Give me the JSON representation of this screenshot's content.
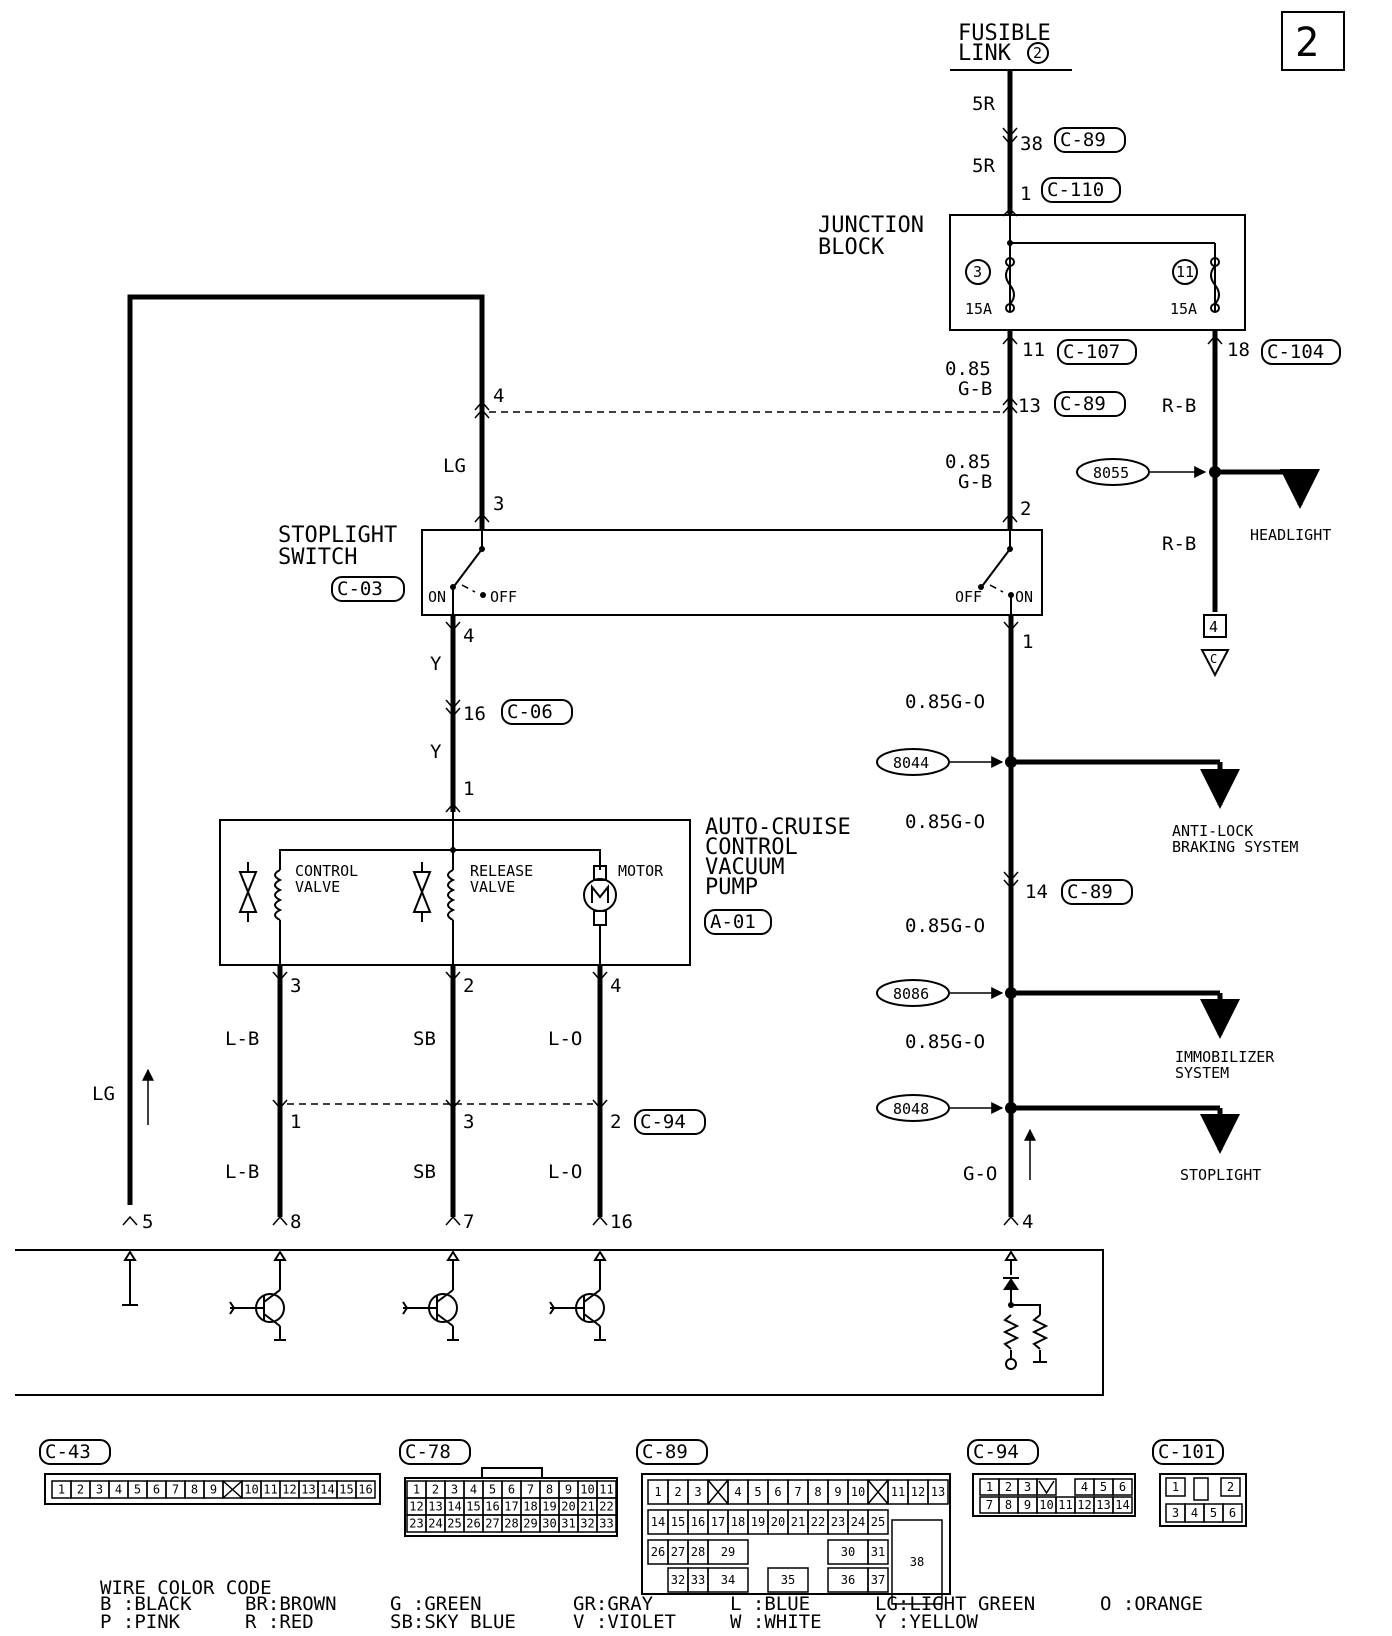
{
  "page_number": "2",
  "fusible_link": {
    "line1": "FUSIBLE",
    "line2": "LINK",
    "num": "2"
  },
  "junction_block": {
    "line1": "JUNCTION",
    "line2": "BLOCK",
    "fuse3": "3",
    "fuse11": "11",
    "rating3": "15A",
    "rating11": "15A"
  },
  "stoplight_switch": {
    "line1": "STOPLIGHT",
    "line2": "SWITCH",
    "connector": "C-03",
    "on_left": "ON",
    "off_left": "OFF",
    "off_right": "OFF",
    "on_right": "ON"
  },
  "pump": {
    "line1": "AUTO-CRUISE",
    "line2": "CONTROL",
    "line3": "VACUUM",
    "line4": "PUMP",
    "connector": "A-01",
    "control_valve_1": "CONTROL",
    "control_valve_2": "VALVE",
    "release_valve_1": "RELEASE",
    "release_valve_2": "VALVE",
    "motor": "MOTOR"
  },
  "wires": {
    "w_5R_a": "5R",
    "w_5R_b": "5R",
    "w_085_1": "0.85",
    "w_GB_1": "G-B",
    "w_085_2": "0.85",
    "w_GB_2": "G-B",
    "w_LG_top": "LG",
    "w_RB_1": "R-B",
    "w_RB_2": "R-B",
    "w_Y_1": "Y",
    "w_Y_2": "Y",
    "w_GO_1": "0.85G-O",
    "w_GO_2": "0.85G-O",
    "w_GO_3": "0.85G-O",
    "w_GO_4": "0.85G-O",
    "w_GO_5": "G-O",
    "w_LB_1": "L-B",
    "w_SB_1": "SB",
    "w_LO_1": "L-O",
    "w_LB_2": "L-B",
    "w_SB_2": "SB",
    "w_LO_2": "L-O",
    "w_LG_left": "LG"
  },
  "pins": {
    "p38": "38",
    "p1_c110": "1",
    "p11": "11",
    "p18": "18",
    "p4_top": "4",
    "p13": "13",
    "p3_sw": "3",
    "p2_sw": "2",
    "p4_sw": "4",
    "p1_sw": "1",
    "p16": "16",
    "p1_pump": "1",
    "p14": "14",
    "p3_pump": "3",
    "p2_pump": "2",
    "p4_pump": "4",
    "p1_c94": "1",
    "p3_c94": "3",
    "p2_c94": "2",
    "p5_ecu": "5",
    "p8_ecu": "8",
    "p7_ecu": "7",
    "p16_ecu": "16",
    "p4_ecu": "4",
    "p4_box": "4",
    "tri_c": "C"
  },
  "connectors": {
    "c89_a": "C-89",
    "c110": "C-110",
    "c107": "C-107",
    "c104": "C-104",
    "c89_b": "C-89",
    "c06": "C-06",
    "c89_c": "C-89",
    "c94": "C-94"
  },
  "splices": {
    "s8055": "8055",
    "s8044": "8044",
    "s8086": "8086",
    "s8048": "8048"
  },
  "destinations": {
    "headlight": "HEADLIGHT",
    "abs_1": "ANTI-LOCK",
    "abs_2": "BRAKING SYSTEM",
    "immo_1": "IMMOBILIZER",
    "immo_2": "SYSTEM",
    "stoplight": "STOPLIGHT"
  },
  "connector_views": {
    "c43": {
      "label": "C-43",
      "pins": [
        "1",
        "2",
        "3",
        "4",
        "5",
        "6",
        "7",
        "8",
        "9",
        "X",
        "10",
        "11",
        "12",
        "13",
        "14",
        "15",
        "16"
      ]
    },
    "c78": {
      "label": "C-78",
      "rows": [
        [
          "1",
          "2",
          "3",
          "4",
          "5",
          "6",
          "7",
          "8",
          "9",
          "10",
          "11"
        ],
        [
          "12",
          "13",
          "14",
          "15",
          "16",
          "17",
          "18",
          "19",
          "20",
          "21",
          "22"
        ],
        [
          "23",
          "24",
          "25",
          "26",
          "27",
          "28",
          "29",
          "30",
          "31",
          "32",
          "33"
        ]
      ]
    },
    "c89": {
      "label": "C-89",
      "rows": [
        [
          "1",
          "2",
          "3",
          "X",
          "4",
          "5",
          "6",
          "7",
          "8",
          "9",
          "10",
          "X",
          "11",
          "12",
          "13"
        ],
        [
          "14",
          "15",
          "16",
          "17",
          "18",
          "19",
          "20",
          "21",
          "22",
          "23",
          "24",
          "25"
        ]
      ],
      "extra": [
        "26",
        "27",
        "28",
        "29",
        "30",
        "31",
        "32",
        "33",
        "34",
        "35",
        "36",
        "37",
        "38"
      ]
    },
    "c94": {
      "label": "C-94",
      "rows": [
        [
          "1",
          "2",
          "3",
          "V",
          "4",
          "5",
          "6"
        ],
        [
          "7",
          "8",
          "9",
          "10",
          "11",
          "12",
          "13",
          "14"
        ]
      ]
    },
    "c101": {
      "label": "C-101",
      "rows": [
        [
          "1",
          "",
          "2"
        ],
        [
          "3",
          "4",
          "5",
          "6"
        ]
      ]
    }
  },
  "wire_color_code": {
    "title": "WIRE COLOR CODE",
    "row1": [
      "B :BLACK",
      "BR:BROWN",
      "G :GREEN",
      "GR:GRAY",
      "L :BLUE",
      "LG:LIGHT GREEN",
      "O :ORANGE"
    ],
    "row2": [
      "P :PINK",
      "R :RED",
      "SB:SKY BLUE",
      "V :VIOLET",
      "W :WHITE",
      "Y :YELLOW"
    ]
  }
}
